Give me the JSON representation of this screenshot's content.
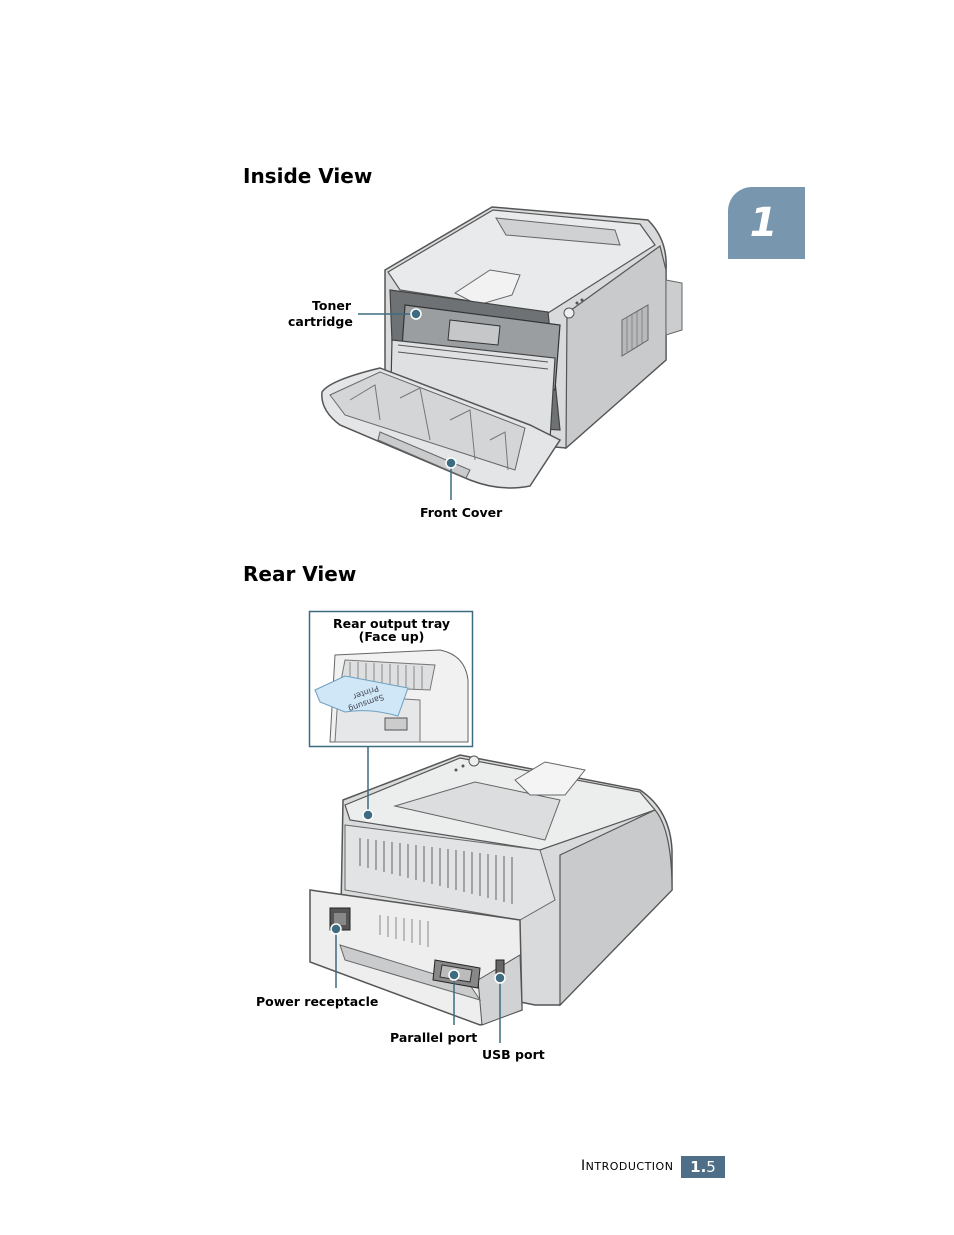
{
  "chapter_number": "1",
  "sections": {
    "inside": {
      "title": "Inside View",
      "labels": {
        "toner_line1": "Toner",
        "toner_line2": "cartridge",
        "front_cover": "Front Cover"
      }
    },
    "rear": {
      "title": "Rear View",
      "labels": {
        "rear_tray_line1": "Rear output tray",
        "rear_tray_line2": "(Face up)",
        "power": "Power receptacle",
        "parallel": "Parallel port",
        "usb": "USB port"
      },
      "paper_text_line1": "Samsung",
      "paper_text_line2": "Printer"
    }
  },
  "footer": {
    "section_first_letter": "I",
    "section_rest": "NTRODUCTION",
    "page_chapter": "1.",
    "page_number": "5"
  },
  "colors": {
    "accent": "#7896ad",
    "callout": "#3d6c80",
    "footer_box": "#4e6f87"
  }
}
